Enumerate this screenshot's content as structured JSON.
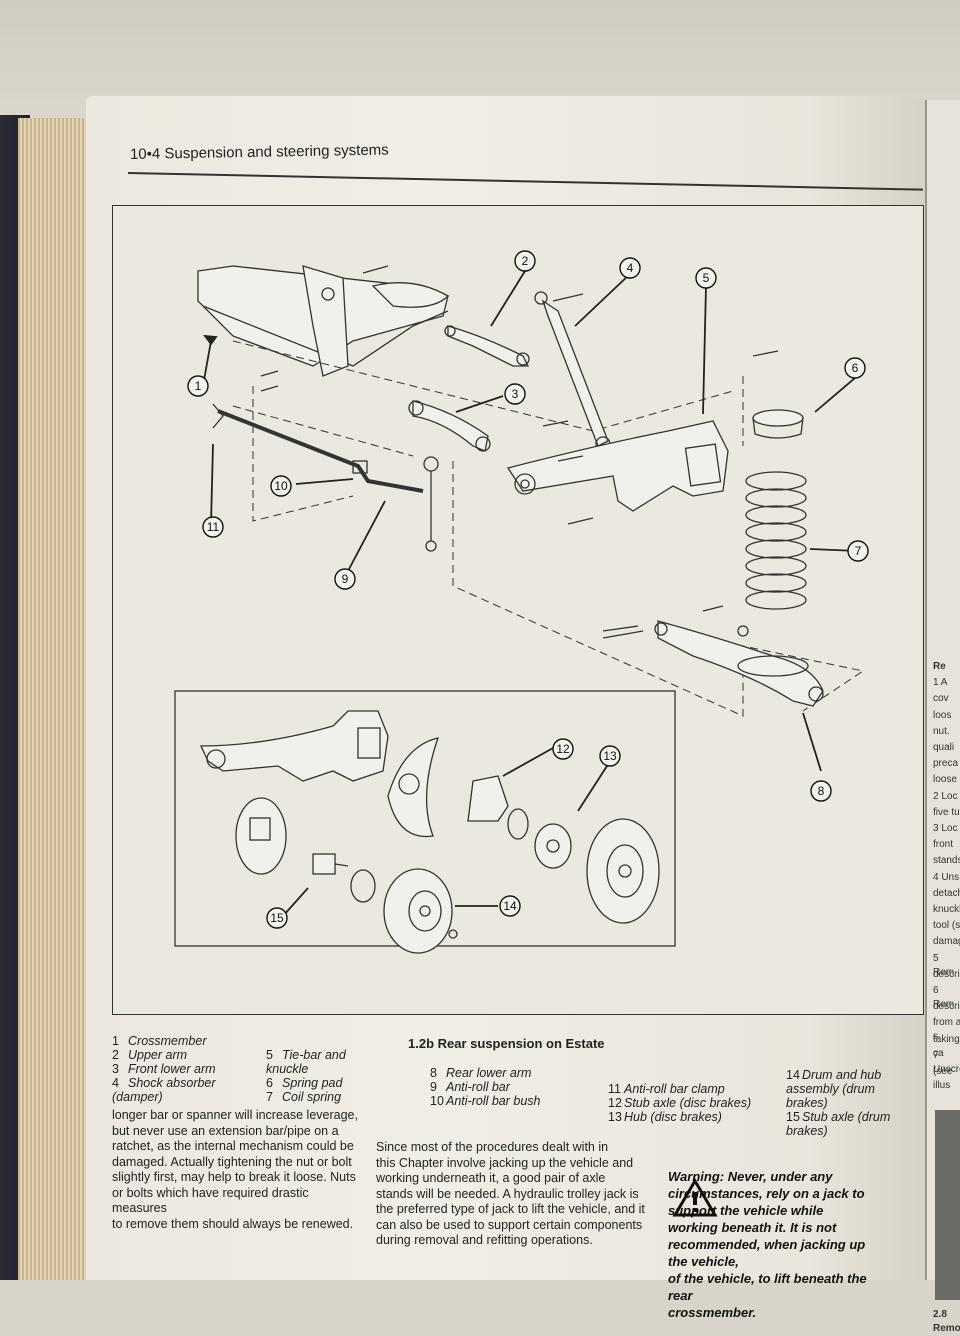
{
  "header": {
    "page_number": "10•4",
    "title": "Suspension and steering systems"
  },
  "figure": {
    "caption_number": "1.2b",
    "caption_text": "Rear suspension on Estate",
    "callouts": [
      "1",
      "2",
      "3",
      "4",
      "5",
      "6",
      "7",
      "8",
      "9",
      "10",
      "11",
      "12",
      "13",
      "14",
      "15"
    ]
  },
  "legend": {
    "col1": [
      {
        "n": "1",
        "t": "Crossmember"
      },
      {
        "n": "2",
        "t": "Upper arm"
      },
      {
        "n": "3",
        "t": "Front lower arm"
      },
      {
        "n": "4",
        "t": "Shock absorber (damper)"
      }
    ],
    "col2": [
      {
        "n": "5",
        "t": "Tie-bar and knuckle"
      },
      {
        "n": "6",
        "t": "Spring pad"
      },
      {
        "n": "7",
        "t": "Coil spring"
      }
    ],
    "col3": [
      {
        "n": "8",
        "t": "Rear lower arm"
      },
      {
        "n": "9",
        "t": "Anti-roll bar"
      },
      {
        "n": "10",
        "t": "Anti-roll bar bush"
      }
    ],
    "col4": [
      {
        "n": "11",
        "t": "Anti-roll bar clamp"
      },
      {
        "n": "12",
        "t": "Stub axle (disc brakes)"
      },
      {
        "n": "13",
        "t": "Hub (disc brakes)"
      }
    ],
    "col5": [
      {
        "n": "14",
        "t": "Drum and hub assembly (drum brakes)"
      },
      {
        "n": "15",
        "t": "Stub axle (drum brakes)"
      }
    ]
  },
  "body": {
    "left_lines": [
      "longer bar or spanner will increase leverage,",
      "but never use an extension bar/pipe on a",
      "ratchet, as the internal mechanism could be",
      "damaged. Actually tightening the nut or bolt",
      "slightly first, may help to break it loose. Nuts",
      "or bolts which have required drastic measures",
      "to remove them should always be renewed."
    ],
    "mid_lines": [
      "Since most of the procedures dealt with in",
      "this Chapter involve jacking up the vehicle and",
      "working underneath it, a good pair of axle",
      "stands will be needed. A hydraulic trolley jack is",
      "the preferred type of jack to lift the vehicle, and it",
      "can also be used to support certain components",
      "during removal and refitting operations."
    ],
    "warning_lines": [
      "Warning: Never, under any",
      "circumstances, rely on a jack to",
      "support the vehicle while",
      "working beneath it. It is not",
      "recommended, when jacking up the vehicle,",
      "of the vehicle, to lift beneath the rear",
      "crossmember."
    ]
  },
  "right_page": {
    "lines": [
      "Re",
      "1 A",
      "cov",
      "loos",
      "nut.",
      "quali",
      "preca",
      "loose",
      "2 Loc",
      "five tu",
      "3 Loc",
      "front",
      "stands",
      "4 Uns",
      "detach",
      "knuckle",
      "tool (s",
      "damage",
      "5 Rem",
      "describ",
      "6 Rem",
      "describ",
      "from a s",
      "taking ca",
      "7 Unscre",
      "(see illus"
    ],
    "photo_caption": "2.8 Remo"
  }
}
